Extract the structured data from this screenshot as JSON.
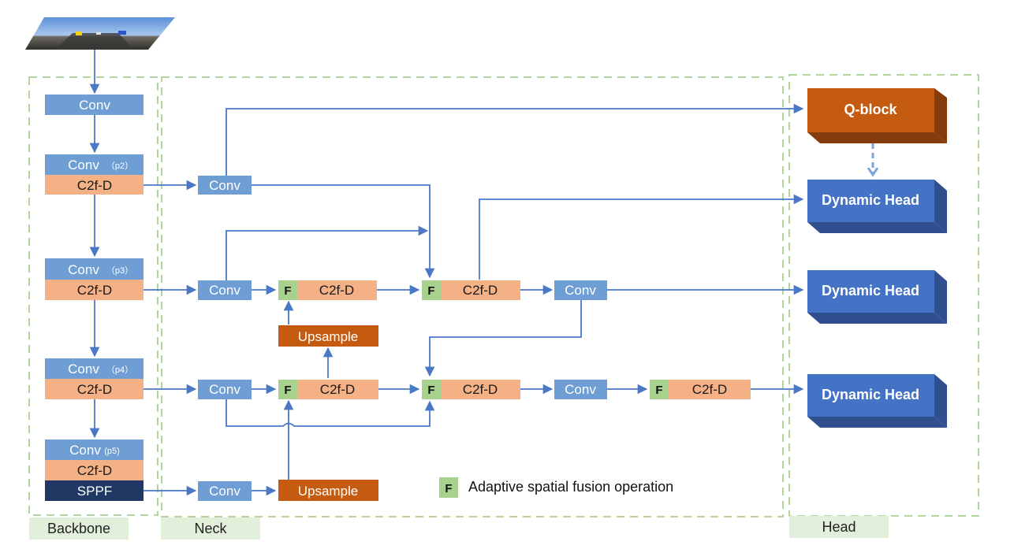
{
  "regions": {
    "backbone": "Backbone",
    "neck": "Neck",
    "head": "Head"
  },
  "backbone": {
    "conv_stem": "Conv",
    "conv_p2": "Conv",
    "p2": "（p2）",
    "c2f_p2": "C2f-D",
    "conv_p3": "Conv",
    "p3": "（p3）",
    "c2f_p3": "C2f-D",
    "conv_p4": "Conv",
    "p4": "（p4）",
    "c2f_p4": "C2f-D",
    "conv_p5": "Conv",
    "p5": "(p5)",
    "c2f_p5": "C2f-D",
    "sppf": "SPPF"
  },
  "neck": {
    "conv_row1": "Conv",
    "conv_row2": "Conv",
    "conv_row3": "Conv",
    "conv_row4": "Conv",
    "fuse1_c2f": "C2f-D",
    "fuse2_c2f": "C2f-D",
    "fuse3_c2f": "C2f-D",
    "fuse4_c2f": "C2f-D",
    "fuse5_c2f": "C2f-D",
    "conv_after_fuse2": "Conv",
    "conv_after_fuse4": "Conv",
    "upsample_top": "Upsample",
    "upsample_bottom": "Upsample",
    "fusion_mark": "F"
  },
  "head": {
    "qblock": "Q-block",
    "dynamic_head_1": "Dynamic Head",
    "dynamic_head_2": "Dynamic Head",
    "dynamic_head_3": "Dynamic Head"
  },
  "legend": {
    "mark": "F",
    "text": "Adaptive spatial fusion operation"
  },
  "colors": {
    "conv_blue": "#6e9ed3",
    "c2f_orange": "#f4b185",
    "sppf_navy": "#1f3864",
    "upsample_orange": "#c55a11",
    "fusion_green": "#a9d18e",
    "head_blue": "#4472c4",
    "arrow_blue": "#4a78c5",
    "dashed_green": "#a9d18e",
    "region_label_bg": "#e2efda"
  }
}
